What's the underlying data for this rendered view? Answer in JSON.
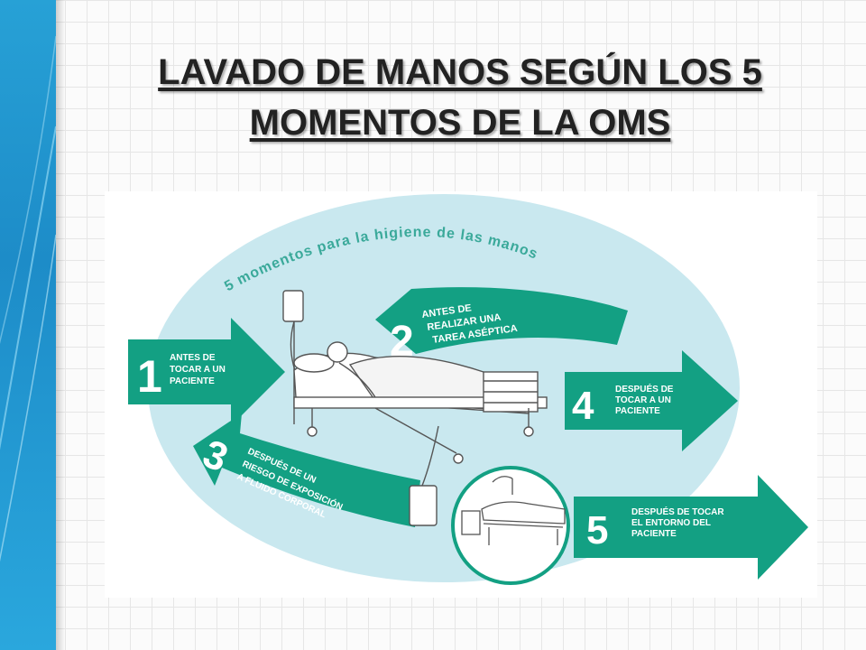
{
  "slide": {
    "title_line1": "LAVADO DE MANOS SEGÚN LOS 5",
    "title_line2": "MOMENTOS DE LA OMS"
  },
  "diagram": {
    "arc_caption": "5 momentos para la higiene de las manos",
    "colors": {
      "circle": "#c9e8ef",
      "arrow": "#13a083",
      "text": "#ffffff"
    },
    "moments": [
      {
        "number": "1",
        "lines": [
          "ANTES DE",
          "TOCAR A UN",
          "PACIENTE"
        ]
      },
      {
        "number": "2",
        "lines": [
          "ANTES DE",
          "REALIZAR UNA",
          "TAREA ASÉPTICA"
        ]
      },
      {
        "number": "3",
        "lines": [
          "DESPUÉS DE UN",
          "RIESGO DE EXPOSICIÓN",
          "A FLUIDO CORPORAL"
        ]
      },
      {
        "number": "4",
        "lines": [
          "DESPUÉS DE",
          "TOCAR A UN",
          "PACIENTE"
        ]
      },
      {
        "number": "5",
        "lines": [
          "DESPUÉS DE TOCAR",
          "EL ENTORNO DEL",
          "PACIENTE"
        ]
      }
    ]
  }
}
